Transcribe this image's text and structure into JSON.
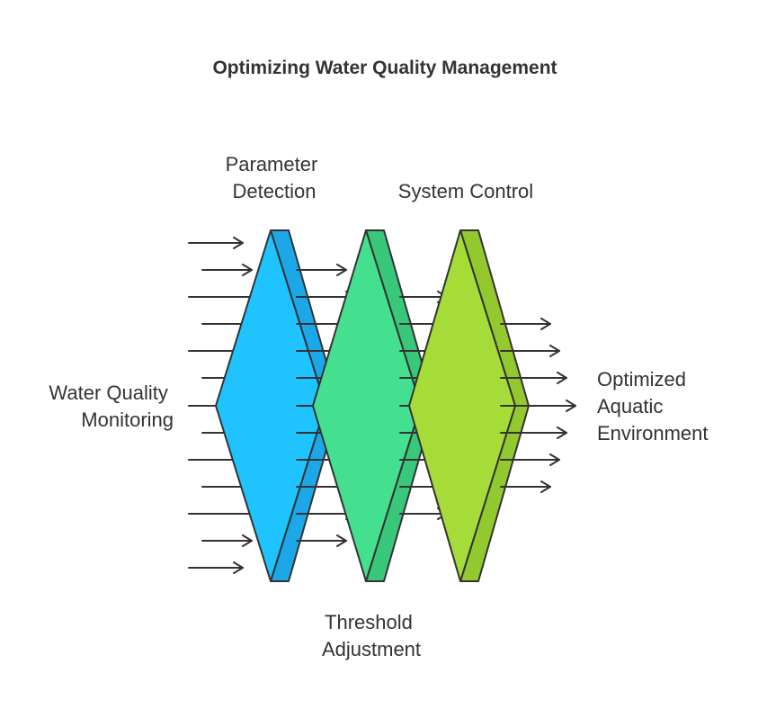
{
  "title": "Optimizing Water Quality Management",
  "input": {
    "lines": [
      "Water Quality",
      "Monitoring"
    ]
  },
  "output": {
    "lines": [
      "Optimized",
      "Aquatic",
      "Environment"
    ]
  },
  "filters": [
    {
      "lines": [
        "Parameter",
        "Detection"
      ],
      "color": "#1EC3FF",
      "side_color": "#1CA8E8"
    },
    {
      "lines": [
        "Threshold",
        "Adjustment"
      ],
      "color": "#45E08F",
      "side_color": "#38C77B"
    },
    {
      "lines": [
        "System Control"
      ],
      "color": "#A6DC37",
      "side_color": "#93C82E"
    }
  ],
  "colors": {
    "stroke": "#333333",
    "text": "#333333"
  }
}
